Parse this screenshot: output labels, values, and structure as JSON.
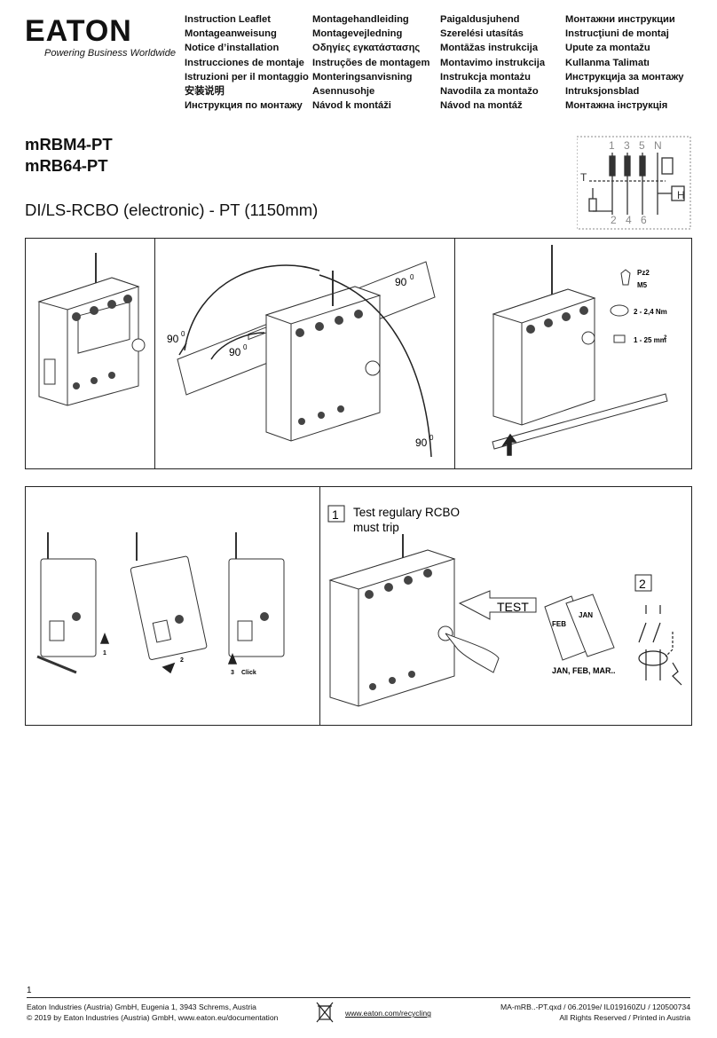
{
  "brand": {
    "wordmark": "EATON",
    "tagline": "Powering Business Worldwide"
  },
  "languages": {
    "col1": [
      "Instruction Leaflet",
      "Montageanweisung",
      "Notice d’installation",
      "Instrucciones de montaje",
      "Istruzioni per il montaggio",
      "安装说明",
      "Инструкция по монтажу"
    ],
    "col2": [
      "Montagehandleiding",
      "Montagevejledning",
      "Οδηγίες εγκατάστασης",
      "Instruções de montagem",
      "Monteringsanvisning",
      "Asennusohje",
      "Návod k montáži"
    ],
    "col3": [
      "Paigaldusjuhend",
      "Szerelési utasítás",
      "Montāžas instrukcija",
      "Montavimo instrukcija",
      "Instrukcja montażu",
      "Navodila za montažo",
      "Návod na montáž"
    ],
    "col4": [
      "Монтажни инструкции",
      "Instrucţiuni de montaj",
      "Upute za montažu",
      "Kullanma Talimatı",
      "Инструкција за монтажу",
      "Intruksjonsblad",
      "Монтажна інструкція"
    ]
  },
  "product": {
    "model1": "mRBM4-PT",
    "model2": "mRB64-PT",
    "subtitle": "DI/LS-RCBO (electronic) - PT (1150mm)"
  },
  "schematic": {
    "top_terminals": [
      "1",
      "3",
      "5",
      "N"
    ],
    "bottom_terminals": [
      "2",
      "4",
      "6"
    ],
    "t_label": "T",
    "h_label": "H"
  },
  "mounting": {
    "angle1": "90",
    "angle2": "90",
    "angle3": "90",
    "angle4": "90",
    "degree": "0"
  },
  "wiring": {
    "screwdriver": "Pz2",
    "screw": "M5",
    "torque": "2 - 2,4 Nm",
    "cable": "1 - 25 mm",
    "cable_sup": "2"
  },
  "removal": {
    "step1": "1",
    "step2": "2",
    "step3": "3",
    "click": "Click"
  },
  "test": {
    "step1_number": "1",
    "step1_line1": "Test regulary RCBO",
    "step1_line2": "must trip",
    "button_label": "TEST",
    "calendar_page1": "FEB",
    "calendar_page2": "JAN",
    "months": "JAN, FEB, MAR..",
    "step2_number": "2"
  },
  "footer": {
    "page_number": "1",
    "address": "Eaton Industries (Austria) GmbH, Eugenia 1, 3943 Schrems, Austria",
    "copyright": "© 2019 by Eaton Industries (Austria) GmbH, www.eaton.eu/documentation",
    "recycling": "www.eaton.com/recycling",
    "docref": "MA-mRB..-PT.qxd / 06.2019e/ IL019160ZU / 120500734",
    "rights": "All Rights Reserved / Printed in Austria"
  }
}
